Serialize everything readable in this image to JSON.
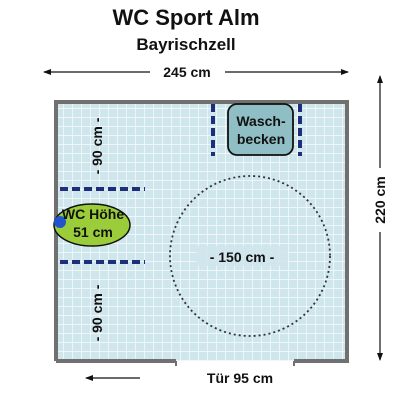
{
  "title": "WC Sport Alm",
  "subtitle": "Bayrischzell",
  "dimensions": {
    "width_label": "245 cm",
    "height_label": "220 cm",
    "turning_circle_label": "- 150 cm -",
    "left_upper_label": "- 90 cm -",
    "left_lower_label": "- 90 cm -"
  },
  "fixtures": {
    "wc_label_line1": "WC Höhe",
    "wc_label_line2": "51 cm",
    "sink_label_line1": "Wasch-",
    "sink_label_line2": "becken"
  },
  "door_label": "Tür 95 cm",
  "colors": {
    "floor_tile": "#cfe6ec",
    "wall": "#707070",
    "wc_fill": "#9bcc3a",
    "sink_fill": "#8fbfc4",
    "rail_color": "#1f2e7a"
  }
}
